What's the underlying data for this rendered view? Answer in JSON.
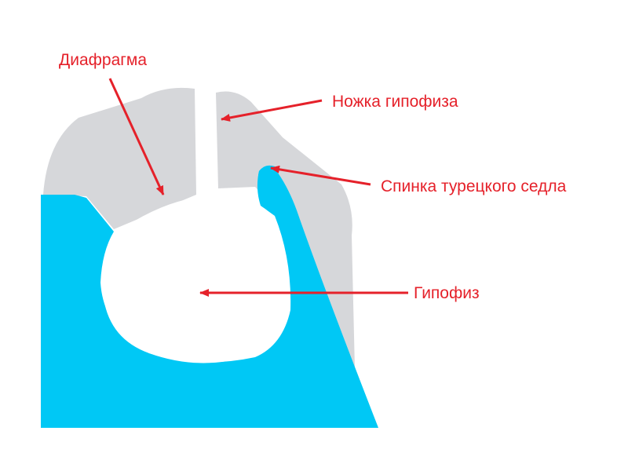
{
  "labels": {
    "diaphragm": "Диафрагма",
    "stalk": "Ножка гипофиза",
    "dorsum": "Спинка турецкого седла",
    "pituitary": "Гипофиз"
  },
  "colors": {
    "bone": "#00c8f5",
    "tissue": "#d6d7da",
    "gland": "#ffffff",
    "arrow": "#e5212a",
    "label": "#e5212a"
  }
}
